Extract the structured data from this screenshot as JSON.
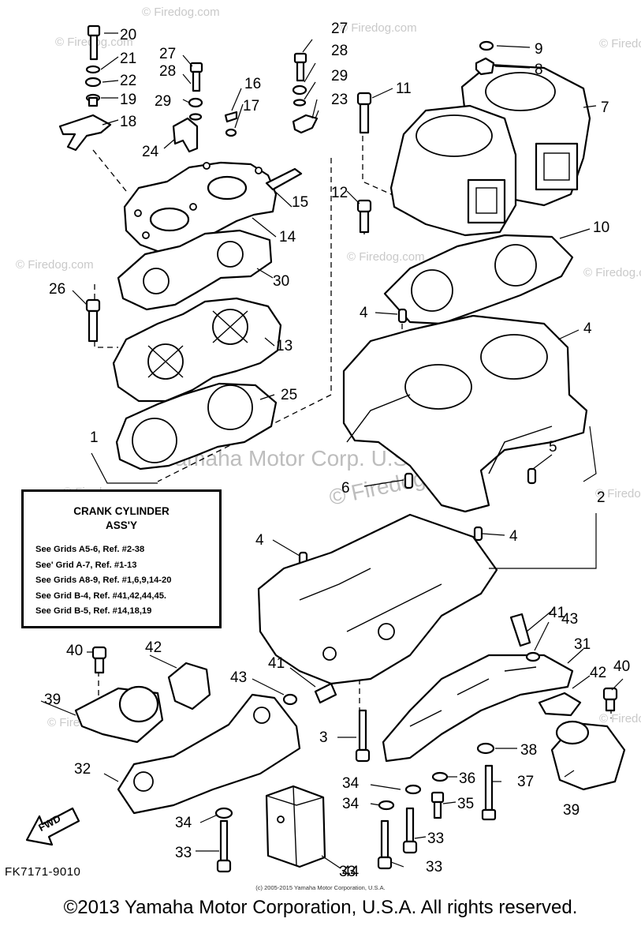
{
  "diagram": {
    "box": {
      "title_line1": "CRANK CYLINDER",
      "title_line2": "ASS'Y",
      "lines": [
        "See Grids A5-6, Ref. #2-38",
        "See' Grid A-7, Ref. #1-13",
        "See Grids A8-9, Ref. #1,6,9,14-20",
        "See Grid B-4, Ref. #41,42,44,45.",
        "See Grid B-5, Ref. #14,18,19"
      ]
    },
    "drawing_code": "FK7171-9010",
    "fwd_label": "FWD",
    "callouts": [
      "1",
      "2",
      "3",
      "4",
      "4",
      "4",
      "4",
      "5",
      "6",
      "7",
      "8",
      "9",
      "10",
      "11",
      "12",
      "13",
      "14",
      "15",
      "16",
      "17",
      "18",
      "19",
      "20",
      "21",
      "22",
      "23",
      "24",
      "25",
      "26",
      "27",
      "27",
      "28",
      "28",
      "29",
      "29",
      "30",
      "31",
      "32",
      "33",
      "33",
      "33",
      "33",
      "34",
      "34",
      "34",
      "35",
      "36",
      "37",
      "38",
      "39",
      "39",
      "40",
      "40",
      "41",
      "41",
      "42",
      "42",
      "43",
      "43",
      "44"
    ],
    "watermarks": {
      "site": "© Firedog.com",
      "brand": "Yamaha Motor Corp. U.S.A."
    },
    "site_credit": "(c) 2005-2015 Yamaha Motor Corporation, U.S.A.",
    "copyright": "©2013 Yamaha Motor Corporation, U.S.A. All rights reserved."
  }
}
